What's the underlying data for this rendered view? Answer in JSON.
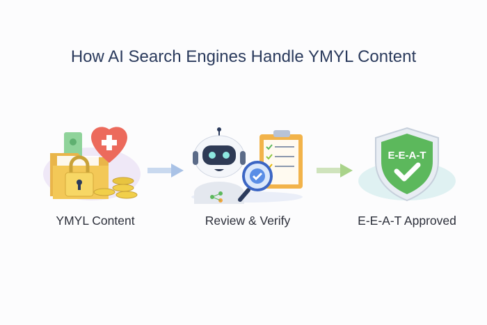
{
  "title": "How AI Search Engines Handle YMYL Content",
  "steps": [
    {
      "label": "YMYL Content",
      "icon": "folder-lock-heart-coins-icon"
    },
    {
      "label": "Review & Verify",
      "icon": "robot-clipboard-magnifier-icon"
    },
    {
      "label": "E-E-A-T Approved",
      "icon": "shield-check-icon",
      "badge": "E-E-A-T"
    }
  ],
  "colors": {
    "title": "#2a3a5c",
    "arrow1": "#b9cdea",
    "arrow2": "#b8d99a",
    "shield": "#5cb85c"
  }
}
